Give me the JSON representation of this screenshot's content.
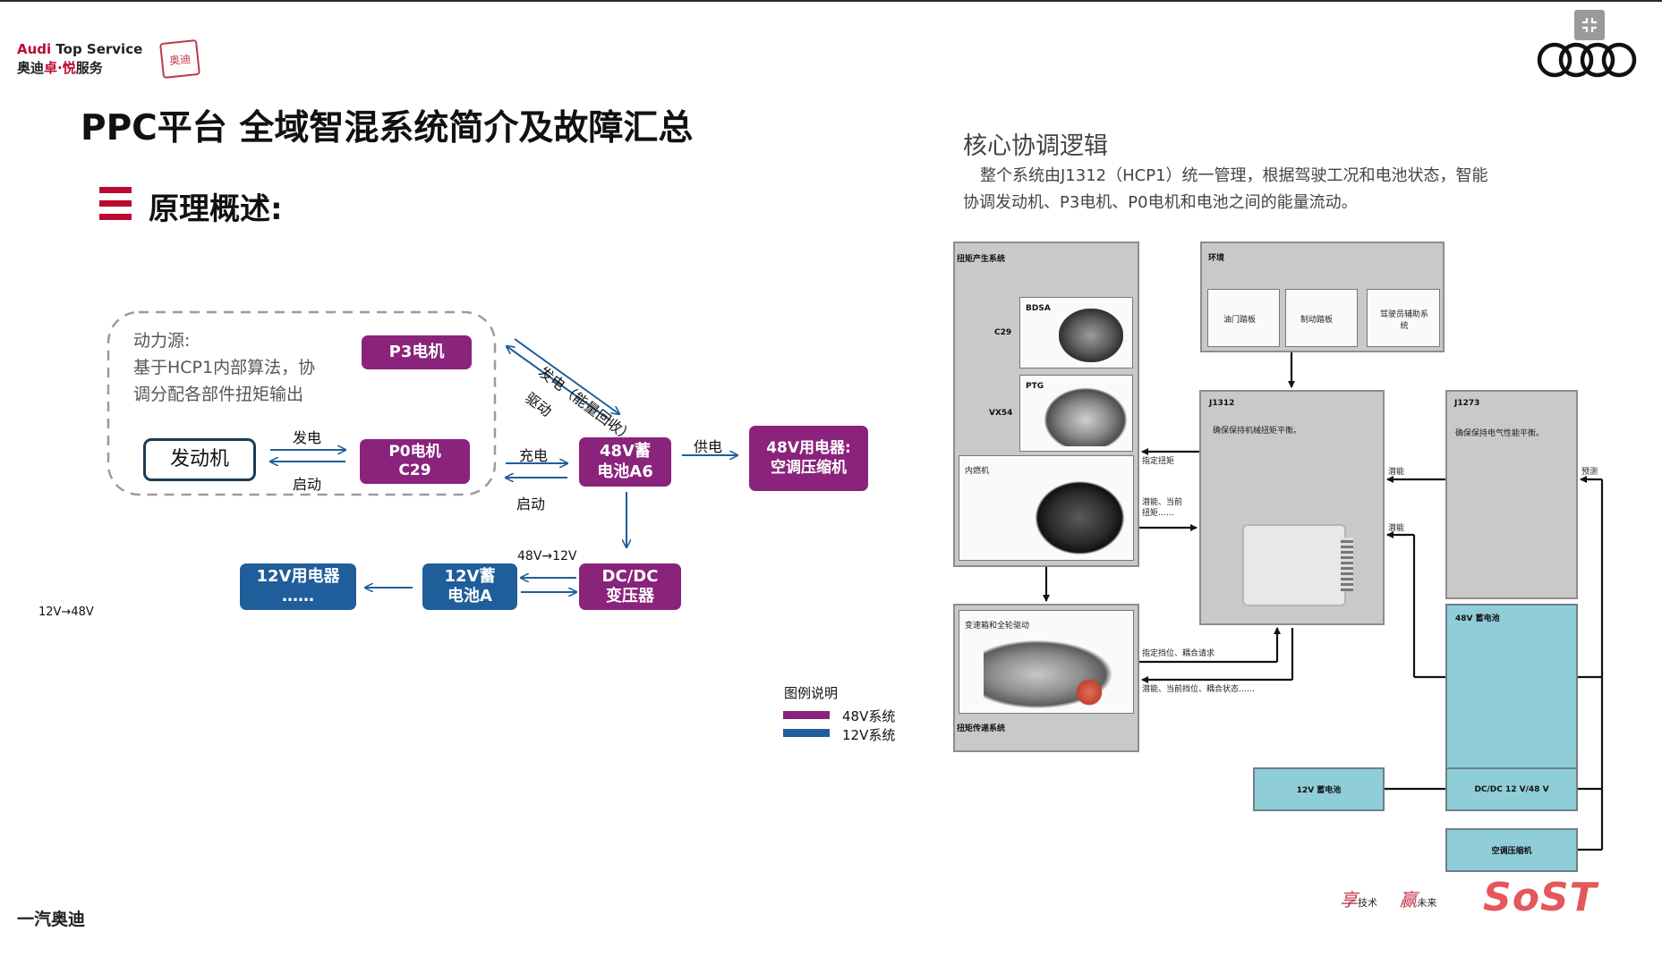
{
  "header": {
    "brand_line1_red": "Audi",
    "brand_line1_rest": " Top Service",
    "brand_line2_a": "奥迪",
    "brand_line2_b": "卓",
    "brand_line2_c": "·",
    "brand_line2_d": "悦",
    "brand_line2_e": "服务",
    "seal_text": "奥迪"
  },
  "page_title": "PPC平台 全域智混系统简介及故障汇总",
  "section_title": "原理概述:",
  "left_diagram": {
    "power_source_text": "动力源:\n基于HCP1内部算法，协\n调分配各部件扭矩输出",
    "p3": "P3电机",
    "p0": "P0电机\nC29",
    "engine": "发动机",
    "battery48": "48V蓄\n电池A6",
    "consumer48": "48V用电器:\n空调压缩机",
    "dcdc": "DC/DC\n变压器",
    "battery12": "12V蓄\n电池A",
    "consumer12": "12V用电器\n……",
    "lbl_fadian_engine": "发电",
    "lbl_qidong_engine": "启动",
    "lbl_chongdian": "充电",
    "lbl_qidong_bat": "启动",
    "lbl_gongdian": "供电",
    "lbl_fadian_p3": "发电（能量回收）",
    "lbl_qudong": "驱动",
    "lbl_48to12": "48V→12V",
    "lbl_12to48": "12V→48V",
    "legend_title": "图例说明",
    "legend_48": "48V系统",
    "legend_12": "12V系统"
  },
  "colors": {
    "purple": "#8a237b",
    "blue": "#1f5e9a",
    "audi_red": "#bb0a30"
  },
  "core_logic": {
    "title": "核心协调逻辑",
    "line1": "整个系统由J1312（HCP1）统一管理，根据驾驶工况和电池状态，智能",
    "line2": "协调发动机、P3电机、P0电机和电池之间的能量流动。"
  },
  "right_diagram": {
    "torque_gen": "扭矩产生系统",
    "bdsa": "BDSA",
    "c29": "C29",
    "ptg": "PTG",
    "vx54": "VX54",
    "ice": "内燃机",
    "env": "环境",
    "accel": "油门踏板",
    "brake": "制动踏板",
    "adas": "驾驶员辅助系\n统",
    "j1312": "J1312",
    "j1312_desc": "确保保持机械扭矩平衡。",
    "j1273": "J1273",
    "j1273_desc": "确保保持电气性能平衡。",
    "trans_box": "变速箱和全轮驱动",
    "torque_trans": "扭矩传递系统",
    "lbl_zhiding_niuju": "指定扭矩",
    "lbl_qianneng_dangqian": "潜能、当前\n扭矩……",
    "lbl_zhiding_dangwei": "指定挡位、耦合请求",
    "lbl_qianneng_dangwei": "潜能、当前挡位、耦合状态……",
    "lbl_qianneng1": "潜能",
    "lbl_qianneng2": "潜能",
    "lbl_yuce": "预测",
    "bat48": "48V 蓄电池",
    "bat12": "12V 蓄电池",
    "dcdc": "DC/DC 12 V/48 V",
    "ac": "空调压缩机"
  },
  "footer": {
    "left": "一汽奥迪",
    "slogan_a": "享",
    "slogan_b": "技术",
    "slogan_c": "赢",
    "slogan_d": "未来",
    "sost": "SoST"
  }
}
